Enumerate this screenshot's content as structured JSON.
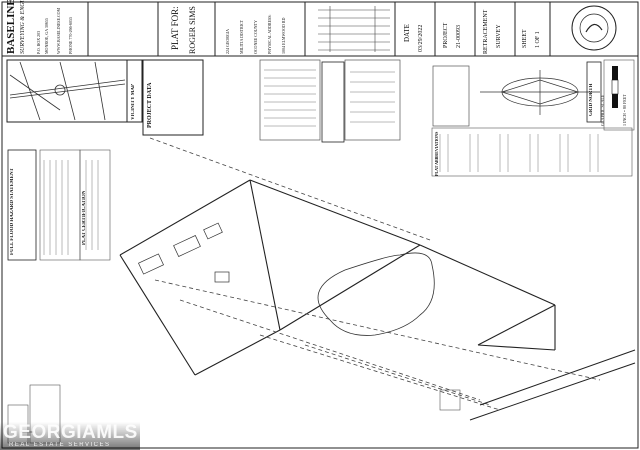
{
  "title_block": {
    "company_name": "BASELINE",
    "company_sub": "SURVEYING & ENGINEERING, INC",
    "company_address": "P.O. BOX 203",
    "company_city": "MONROE, GA 30655",
    "company_web": "WWW.BASELINESE.COM",
    "company_phone": "PHONE 770-266-6055",
    "plat_for": "PLAT FOR:",
    "client": "ROGER SIMS",
    "location_1": "224 GEORGIA",
    "location_2": "MILITIA DISTRICT",
    "location_3": "OCONEE COUNTY",
    "location_4": "PHYSICAL ADDRESS:",
    "location_5": "1004 ELMWOOD RD",
    "date_label": "DATE",
    "date_value": "03/29/2022",
    "project_label": "PROJECT",
    "project_value": "21-00093",
    "type_1": "RETRACEMENT",
    "type_2": "SURVEY",
    "sheet_label": "SHEET",
    "sheet_value": "1 OF 1"
  },
  "map_labels": {
    "vicinity": "VICINITY MAP",
    "project_data": "PROJECT DATA",
    "graphic_scale": "GRAPHIC SCALE",
    "scale_note": "1 INCH = 80 FEET",
    "grid_north": "GRID NORTH",
    "plat_abbrev": "PLAT ABBREVIATIONS",
    "flood_statement": "FULL FLOOD HAZARD STATEMENT",
    "certificate": "PLAT CERTIFICATION"
  },
  "watermark": {
    "brand": "GEORGIAMLS",
    "tagline": "REAL ESTATE SERVICES"
  }
}
